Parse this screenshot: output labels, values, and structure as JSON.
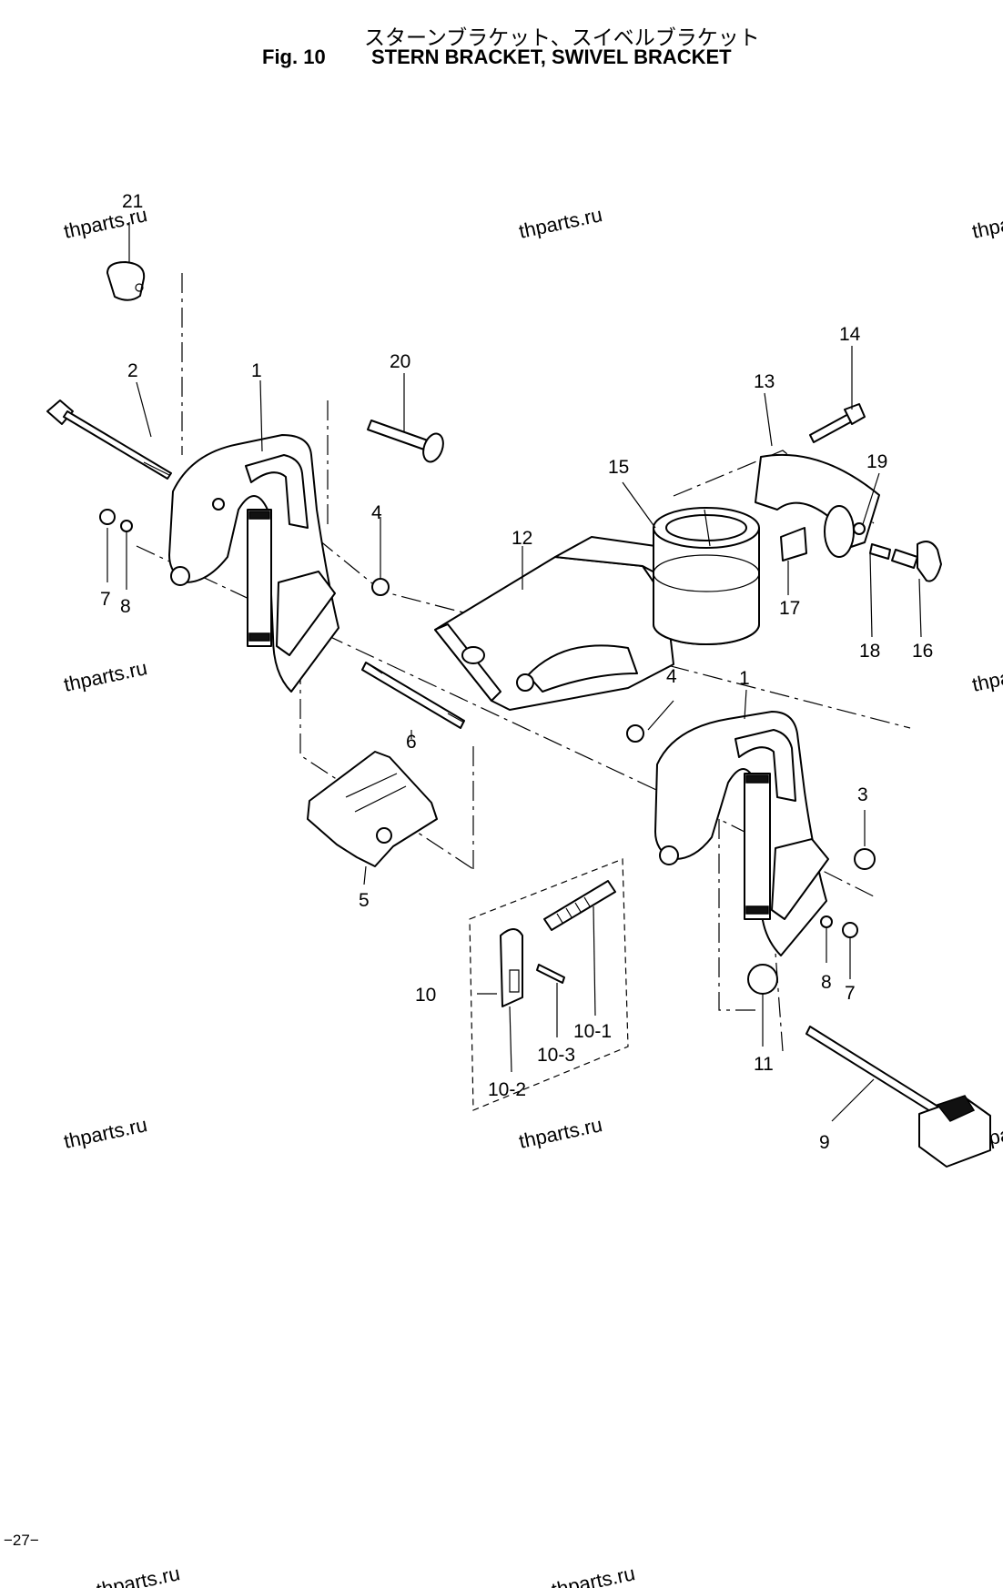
{
  "header": {
    "title_jp": "スターンブラケット、スイベルブラケット",
    "fig_label": "Fig. 10",
    "title_en": "STERN BRACKET, SWIVEL BRACKET"
  },
  "watermark": "thparts.ru",
  "page_number": "−27−",
  "callouts": [
    "21",
    "2",
    "1",
    "20",
    "7",
    "8",
    "4",
    "12",
    "15",
    "13",
    "14",
    "19",
    "17",
    "18",
    "16",
    "6",
    "4",
    "1",
    "3",
    "5",
    "10",
    "10-1",
    "10-2",
    "10-3",
    "11",
    "8",
    "7",
    "9"
  ]
}
